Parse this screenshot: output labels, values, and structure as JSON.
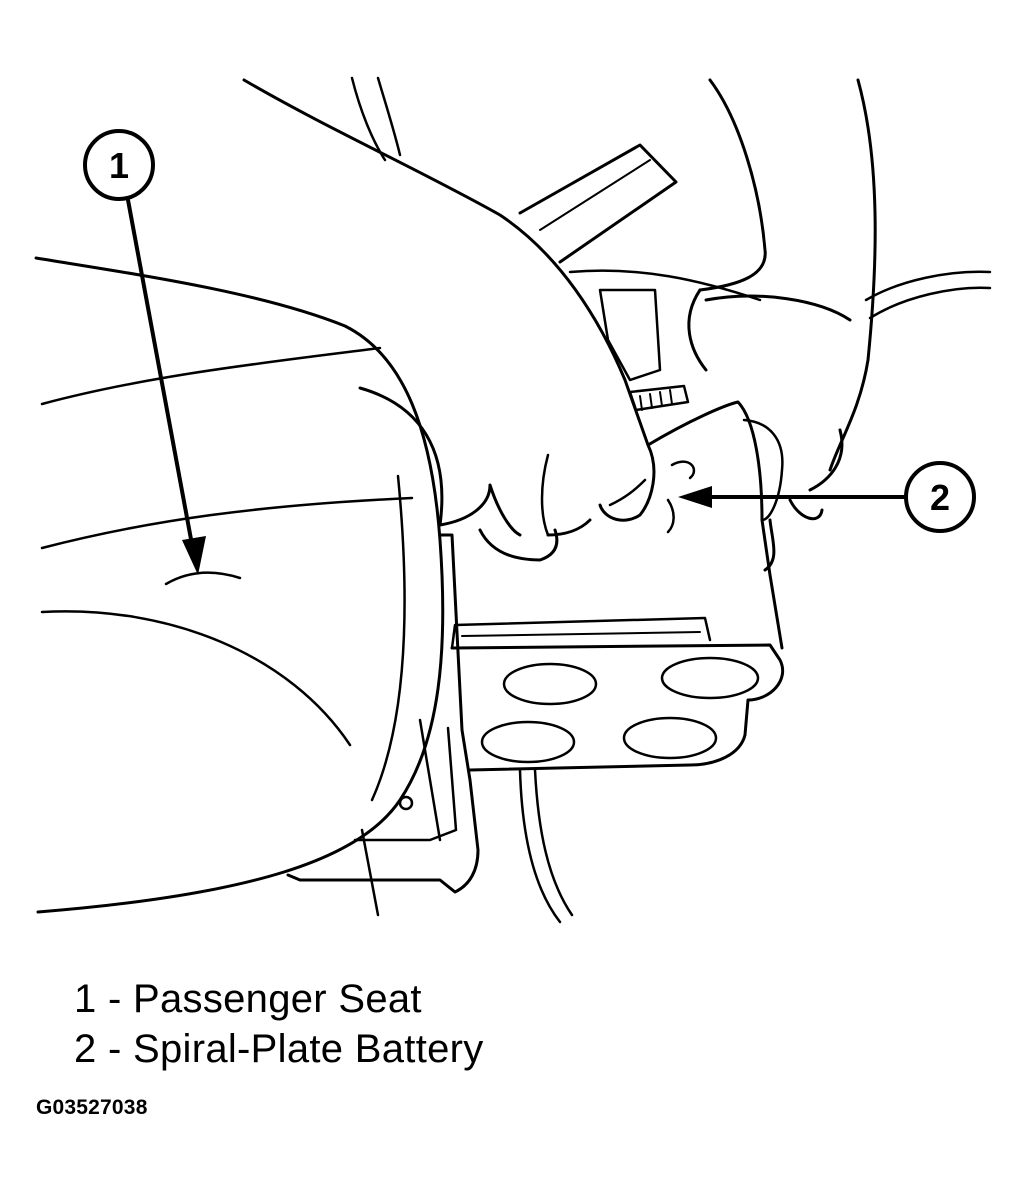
{
  "callouts": [
    {
      "id": "1",
      "label": "Passenger Seat"
    },
    {
      "id": "2",
      "label": "Spiral-Plate Battery"
    }
  ],
  "legend": [
    {
      "text": "1 - Passenger Seat"
    },
    {
      "text": "2 - Spiral-Plate Battery"
    }
  ],
  "figure_id": "G03527038",
  "colors": {
    "line": "#000000",
    "background": "#ffffff"
  }
}
